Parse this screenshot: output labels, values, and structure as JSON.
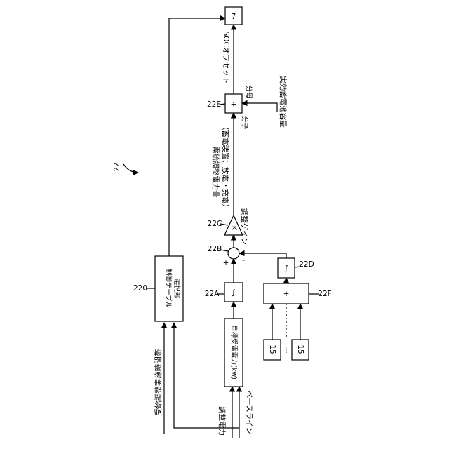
{
  "figure_ref": "22",
  "blocks": {
    "control_table": {
      "ref": "220",
      "text": [
        "制御テーブル",
        "選択部"
      ]
    },
    "target_power": {
      "text": "目標受電電力(kw)"
    },
    "integrator_a": {
      "ref": "22A",
      "text": "∫"
    },
    "summer": {
      "ref": "22B",
      "plus": "+",
      "minus": "-"
    },
    "gain": {
      "ref": "22C",
      "text": "K",
      "label": "調整ゲイン"
    },
    "integrator_d": {
      "ref": "22D",
      "text": "∫"
    },
    "adder_f": {
      "ref": "22F",
      "text": "+"
    },
    "divider": {
      "ref": "22E",
      "text": "÷",
      "numerator": "分子",
      "denominator": "分母"
    },
    "output": {
      "text": "7"
    },
    "unit_a": {
      "text": "15"
    },
    "unit_b": {
      "text": "15"
    },
    "unit_dots": {
      "text": "⋮"
    }
  },
  "labels": {
    "period": "受給調整実施時間帯",
    "adj_power": "調整電力",
    "baseline": "ベースライン",
    "supply_line1": "需給調整電力量",
    "supply_line2": "（蓄電装置：放電・充電）",
    "soc_offset": "SOCオフセット",
    "effective_cap": "実効蓄電池容量"
  }
}
